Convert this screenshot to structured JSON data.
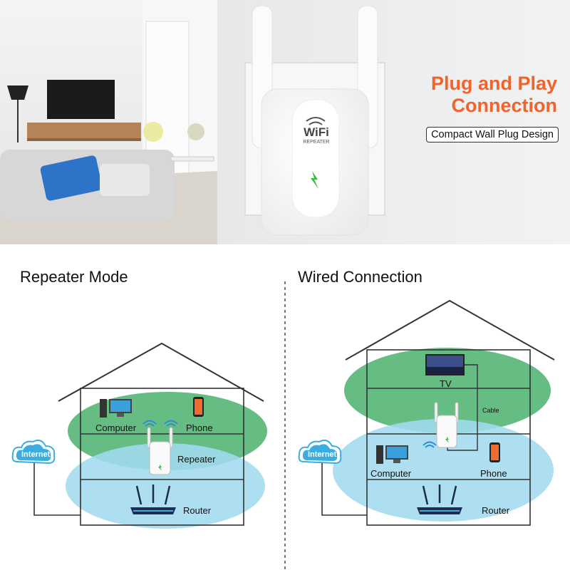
{
  "hero": {
    "headline_line1": "Plug and Play",
    "headline_line2": "Connection",
    "tagline": "Compact Wall Plug Design",
    "device_logo": "WiFi",
    "device_sublabel": "REPEATER"
  },
  "left_panel": {
    "title": "Repeater Mode",
    "internet_label": "Internet",
    "labels": {
      "computer": "Computer",
      "phone": "Phone",
      "repeater": "Repeater",
      "router": "Router"
    }
  },
  "right_panel": {
    "title": "Wired Connection",
    "internet_label": "Internet",
    "labels": {
      "tv": "TV",
      "cable": "Cable",
      "computer": "Computer",
      "phone": "Phone",
      "router": "Router"
    }
  },
  "colors": {
    "accent": "#f0642a",
    "green_zone": "#5cba7d",
    "blue_zone": "#9fd9ef",
    "cloud": "#3aaee0",
    "house_line": "#333333"
  },
  "icons": [
    "wifi-icon",
    "lightning-icon",
    "cloud-icon",
    "computer-icon",
    "phone-icon",
    "router-icon",
    "tv-icon",
    "repeater-icon"
  ]
}
